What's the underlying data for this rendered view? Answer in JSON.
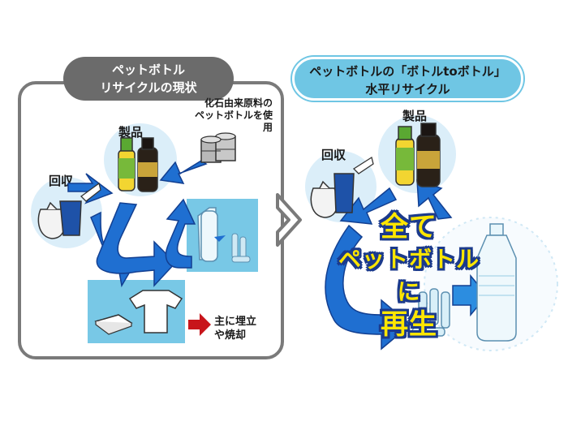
{
  "left_panel": {
    "title_line1": "ペットボトル",
    "title_line2": "リサイクルの現状",
    "product_label": "製品",
    "collection_label": "回収",
    "fossil_note_line1": "化石由来原料の",
    "fossil_note_line2": "ペットボトルを使用",
    "end_note_line1": "主に埋立",
    "end_note_line2": "や焼却"
  },
  "right_panel": {
    "title_line1": "ペットボトルの「ボトルtoボトル」",
    "title_line2": "水平リサイクル",
    "product_label": "製品",
    "collection_label": "回収",
    "big_line1": "全て",
    "big_line2": "ペットボトルに",
    "big_line3": "再生"
  },
  "colors": {
    "arrow_blue": "#1f6fd1",
    "arrow_dark": "#123f91",
    "light_box": "#78c8e6",
    "bubble": "#dbeef9",
    "grey_frame": "#7a7a7a",
    "red_arrow": "#c8151b",
    "yellow_text": "#ffe600"
  }
}
